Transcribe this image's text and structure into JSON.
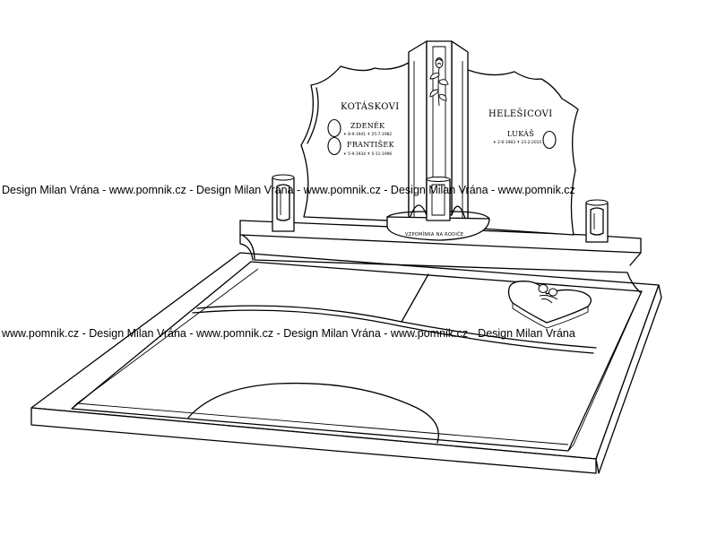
{
  "watermark": {
    "row1": "Design Milan Vrána  -  www.pomnik.cz  -  Design Milan Vrána  -  www.pomnik.cz  -  Design Milan Vrána  -  www.pomnik.cz",
    "row2": "www.pomnik.cz  -  Design Milan Vrána  -  www.pomnik.cz  -  Design Milan Vrána  -  www.pomnik.cz  -  Design Milan Vrána"
  },
  "left_panel": {
    "family": "Kotáskovi",
    "person1": {
      "name": "Zdeněk",
      "dates": "✶ 8-9-1941  ✝ 25-7-1982"
    },
    "person2": {
      "name": "František",
      "dates": "✶ 5-9-1934  ✝ 5-11-1996"
    }
  },
  "right_panel": {
    "family": "Helešicovi",
    "person1": {
      "name": "Lukáš",
      "dates": "✶ 2-6-1983  ✝ 23-2-2015"
    }
  },
  "plaque": {
    "text": "Vzpomínka na rodiče"
  },
  "colors": {
    "line": "#000000",
    "background": "#ffffff"
  }
}
